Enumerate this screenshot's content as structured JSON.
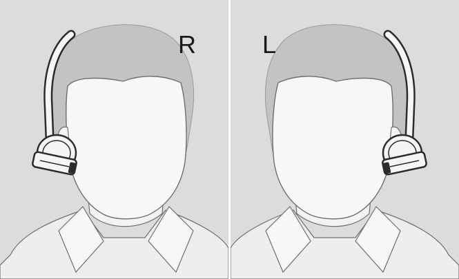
{
  "colors": {
    "background": "#dcdcdc",
    "hair": "#c3c3c3",
    "skin": "#f5f5f5",
    "outline": "#6e6e6e",
    "headset_dark": "#2b2b2b",
    "divider": "#ffffff"
  },
  "panels": [
    {
      "side_label": "R",
      "ear": "right",
      "icon": "headset-on-right-ear-icon"
    },
    {
      "side_label": "L",
      "ear": "left",
      "icon": "headset-on-left-ear-icon"
    }
  ]
}
